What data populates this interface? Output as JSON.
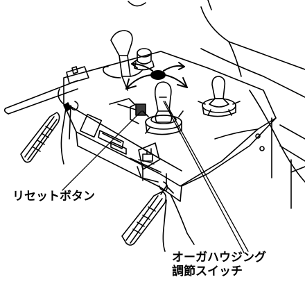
{
  "labels": {
    "reset_button": "リセットボタン",
    "auger_line1": "オーガハウジング",
    "auger_line2": "調節スイッチ"
  },
  "colors": {
    "ink": "#000000",
    "paper": "#ffffff",
    "shade": "#3a3a3a"
  },
  "icons": {
    "direction": "four-way-arrow-icon"
  }
}
